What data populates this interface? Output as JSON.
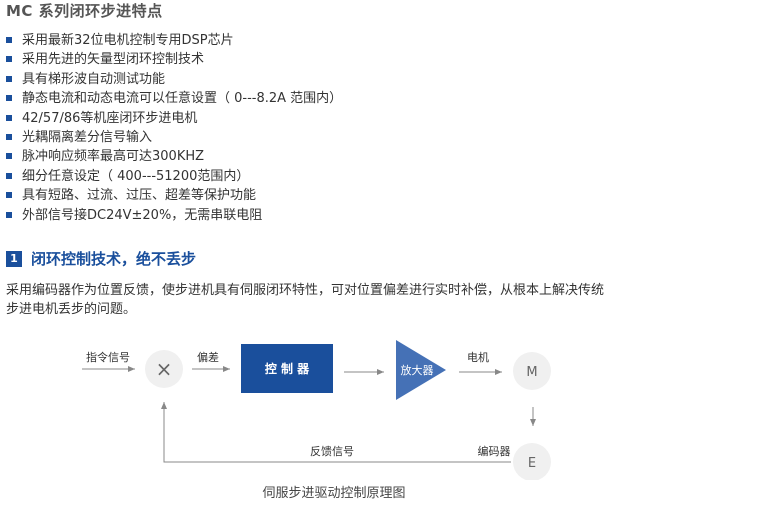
{
  "title": "MC 系列闭环步进特点",
  "features": [
    "采用最新32位电机控制专用DSP芯片",
    "采用先进的矢量型闭环控制技术",
    "具有梯形波自动测试功能",
    "静态电流和动态电流可以任意设置（ 0---8.2A 范围内）",
    "42/57/86等机座闭环步进电机",
    "光耦隔离差分信号输入",
    "脉冲响应频率最高可达300KHZ",
    "细分任意设定（ 400---51200范围内）",
    "具有短路、过流、过压、超差等保护功能",
    "外部信号接DC24V±20%，无需串联电阻"
  ],
  "section": {
    "number": "1",
    "title": "闭环控制技术，绝不丢步",
    "paragraph_line1": "采用编码器作为位置反馈，使步进机具有伺服闭环特性，可对位置偏差进行实时补偿，从根本上解决传统",
    "paragraph_line2": "步进电机丢步的问题。"
  },
  "diagram": {
    "input_label": "指令信号",
    "summing_symbol": "×",
    "error_label": "偏差",
    "controller_label": "控 制 器",
    "amplifier_label": "放大器",
    "motor_label": "电机",
    "motor_symbol": "M",
    "encoder_label": "编码器",
    "encoder_symbol": "E",
    "feedback_label": "反馈信号",
    "caption": "伺服步进驱动控制原理图",
    "colors": {
      "primary": "#1a4f9c",
      "amplifier": "#4571b6",
      "circle": "#f0f0f0",
      "line": "#888888"
    }
  }
}
